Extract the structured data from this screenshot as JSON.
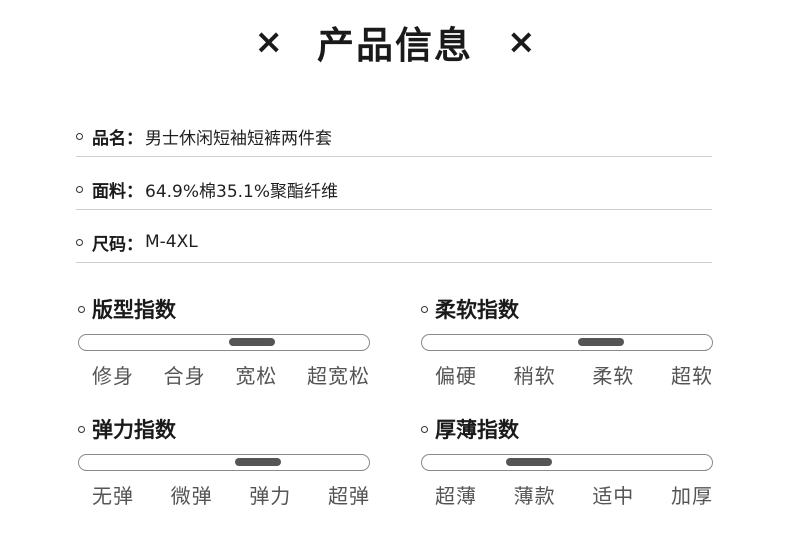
{
  "header": {
    "title": "产品信息",
    "left_mark": "×",
    "right_mark": "×"
  },
  "info": [
    {
      "label": "品名：",
      "value": "男士休闲短袖短裤两件套"
    },
    {
      "label": "面料：",
      "value": "64.9%棉35.1%聚酯纤维"
    },
    {
      "label": "尺码：",
      "value": "M-4XL"
    }
  ],
  "indices": [
    {
      "title": "版型指数",
      "options": [
        "修身",
        "合身",
        "宽松",
        "超宽松"
      ],
      "selected": "宽松",
      "level": 0.6
    },
    {
      "title": "柔软指数",
      "options": [
        "偏硬",
        "稍软",
        "柔软",
        "超软"
      ],
      "selected": "柔软",
      "level": 0.62
    },
    {
      "title": "弹力指数",
      "options": [
        "无弹",
        "微弹",
        "弹力",
        "超弹"
      ],
      "selected": "弹力",
      "level": 0.62
    },
    {
      "title": "厚薄指数",
      "options": [
        "超薄",
        "薄款",
        "适中",
        "加厚"
      ],
      "selected": "薄款",
      "level": 0.37
    }
  ]
}
